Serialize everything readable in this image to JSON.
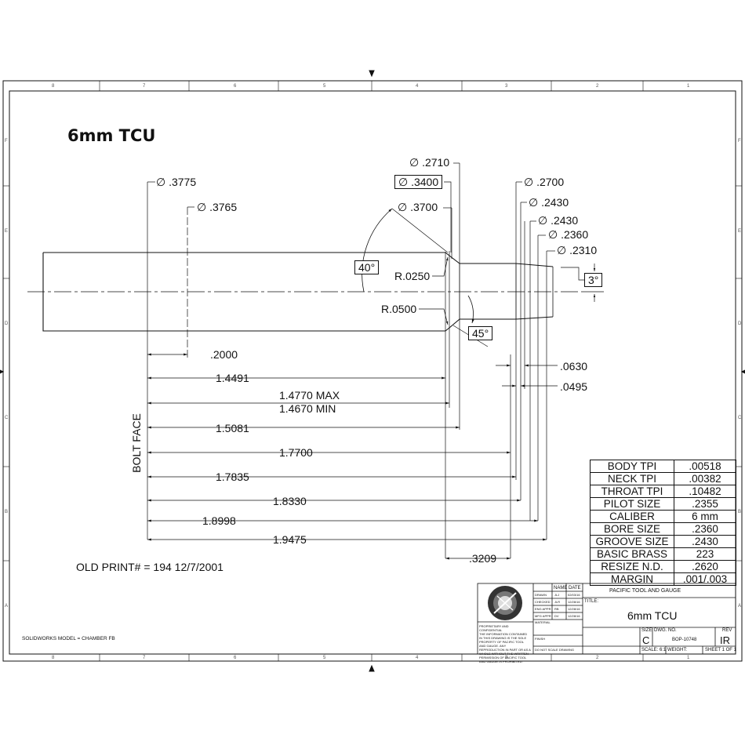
{
  "title": "6mm TCU",
  "diameters": {
    "d_3775": ".3775",
    "d_3765": ".3765",
    "d_2710": ".2710",
    "d_3400": ".3400",
    "d_3700": ".3700",
    "d_2700": ".2700",
    "d_2430a": ".2430",
    "d_2430b": ".2430",
    "d_2360": ".2360",
    "d_2310": ".2310"
  },
  "diameter_symbol": "∅",
  "angles": {
    "shoulder": "40°",
    "throat": "45°",
    "taper": "3°"
  },
  "radii": {
    "r1": "R.0250",
    "r2": "R.0500"
  },
  "lengths": {
    "l_2000": ".2000",
    "l_14491": "1.4491",
    "l_max": "1.4770 MAX",
    "l_min": "1.4670  MIN",
    "l_15081": "1.5081",
    "l_17700": "1.7700",
    "l_17835": "1.7835",
    "l_18330": "1.8330",
    "l_18998": "1.8998",
    "l_19475": "1.9475",
    "l_0630": ".0630",
    "l_0495": ".0495",
    "l_3209": ".3209"
  },
  "bolt_face": "BOLT FACE",
  "old_print": "OLD PRINT# = 194  12/7/2001",
  "solidworks_note": "SOLIDWORKS MODEL = CHAMBER FB",
  "zone_letters": [
    "F",
    "E",
    "D",
    "C",
    "B",
    "A"
  ],
  "zone_numbers": [
    "8",
    "7",
    "6",
    "5",
    "4",
    "3",
    "2",
    "1"
  ],
  "specs": [
    {
      "label": "BODY TPI",
      "value": ".00518"
    },
    {
      "label": "NECK TPI",
      "value": ".00382"
    },
    {
      "label": "THROAT TPI",
      "value": ".10482"
    },
    {
      "label": "PILOT SIZE",
      "value": ".2355"
    },
    {
      "label": "CALIBER",
      "value": "6 mm"
    },
    {
      "label": "BORE SIZE",
      "value": ".2360"
    },
    {
      "label": "GROOVE SIZE",
      "value": ".2430"
    },
    {
      "label": "BASIC BRASS",
      "value": "223"
    },
    {
      "label": "RESIZE N.D.",
      "value": ".2620"
    },
    {
      "label": "MARGIN",
      "value": ".001/.003"
    }
  ],
  "title_block": {
    "company": "PACIFIC TOOL AND GAUGE",
    "title_label": "TITLE:",
    "title_value": "6mm TCU",
    "size_label": "SIZE",
    "size_value": "C",
    "dwg_label": "DWG.  NO.",
    "dwg_value": "BOP-10748",
    "rev_label": "REV",
    "rev_value": "IR",
    "scale": "SCALE: 6:1",
    "weight": "WEIGHT:",
    "sheet": "SHEET 1 OF 1",
    "name_hdr": "NAME",
    "date_hdr": "DATE",
    "sign_rows": [
      {
        "role": "DRAWN",
        "name": "JLJ",
        "date": "02/03/16"
      },
      {
        "role": "CHECKED",
        "name": "JLR",
        "date": "12/28/16"
      },
      {
        "role": "ENG APPR",
        "name": "RB",
        "date": "12/28/16"
      },
      {
        "role": "MFG APPR",
        "name": "DV",
        "date": "12/28/16"
      }
    ],
    "material_label": "MATERIAL",
    "finish_label": "FINISH",
    "no_scale": "DO NOT SCALE DRAWING",
    "proprietary_title": "PROPRIETARY AND CONFIDENTIAL",
    "proprietary_text": "THE INFORMATION CONTAINED IN THIS DRAWING IS THE SOLE PROPERTY OF PACIFIC TOOL AND GAUGE. ANY REPRODUCTION IN PART OR AS A WHOLE WITHOUT THE WRITTEN PERMISSION OF PACIFIC TOOL AND GAUGE IS PROHIBITED."
  }
}
